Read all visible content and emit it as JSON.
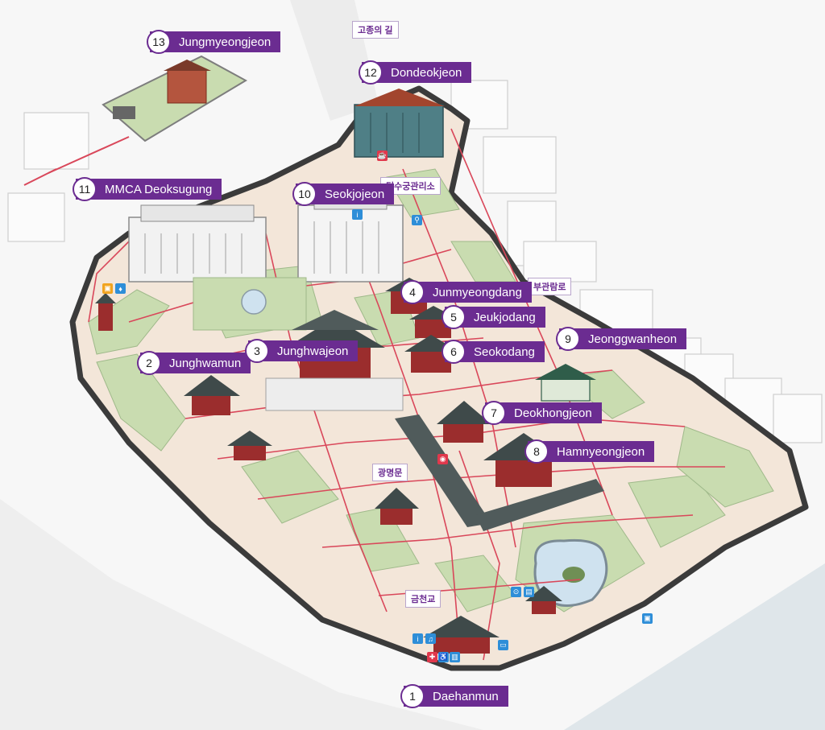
{
  "map": {
    "labels": [
      {
        "num": "13",
        "name": "Jungmyeongjeon"
      },
      {
        "num": "12",
        "name": "Dondeokjeon"
      },
      {
        "num": "11",
        "name": "MMCA Deoksugung"
      },
      {
        "num": "10",
        "name": "Seokjojeon"
      },
      {
        "num": "4",
        "name": "Junmyeongdang"
      },
      {
        "num": "5",
        "name": "Jeukjodang"
      },
      {
        "num": "9",
        "name": "Jeonggwanheon"
      },
      {
        "num": "2",
        "name": "Junghwamun"
      },
      {
        "num": "3",
        "name": "Junghwajeon"
      },
      {
        "num": "6",
        "name": "Seokodang"
      },
      {
        "num": "7",
        "name": "Deokhongjeon"
      },
      {
        "num": "8",
        "name": "Hamnyeongjeon"
      },
      {
        "num": "1",
        "name": "Daehanmun"
      }
    ],
    "korean_labels": {
      "gojong_road": "고종의 길",
      "office": "덕수궁관리소",
      "pathway": "부관람로",
      "gwangmyeongmun": "광명문",
      "geumcheongyo": "금천교"
    },
    "colors": {
      "label_bg": "#6b2c91",
      "path_red": "#d9475a",
      "lawn": "#c9dcb0",
      "ground": "#f3e6d9",
      "wall": "#3b3b3b"
    }
  }
}
